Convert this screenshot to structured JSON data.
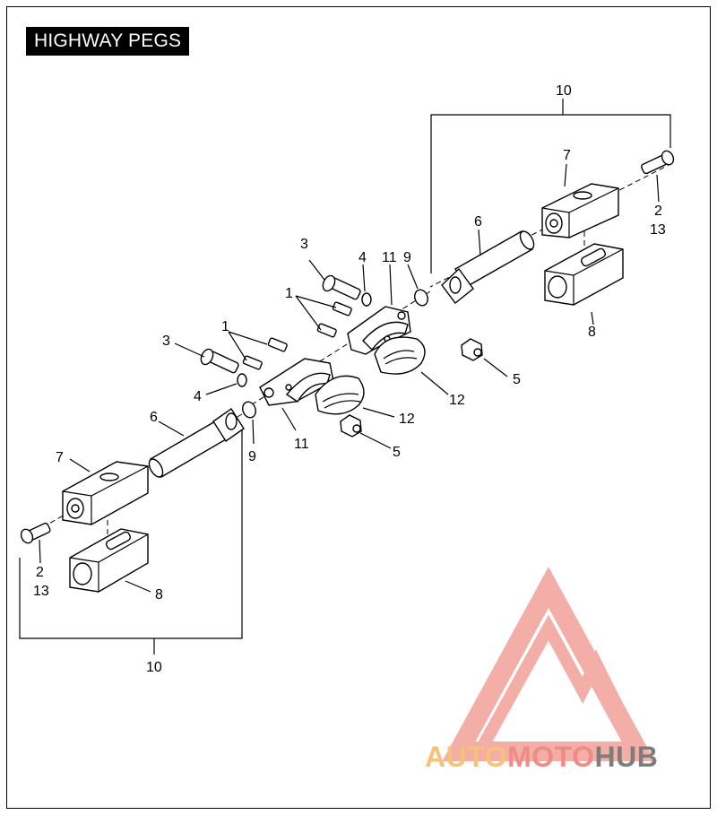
{
  "title": "HIGHWAY PEGS",
  "labels": {
    "c1a": "1",
    "c1b": "1",
    "c2a": "2",
    "c2b": "2",
    "c3a": "3",
    "c3b": "3",
    "c4a": "4",
    "c4b": "4",
    "c5a": "5",
    "c5b": "5",
    "c6a": "6",
    "c6b": "6",
    "c7a": "7",
    "c7b": "7",
    "c8a": "8",
    "c8b": "8",
    "c9a": "9",
    "c9b": "9",
    "c10a": "10",
    "c10b": "10",
    "c11a": "11",
    "c11b": "11",
    "c12a": "12",
    "c12b": "12",
    "c13a": "13",
    "c13b": "13"
  },
  "watermark": {
    "part1": "AUTO",
    "part2": "MOTO",
    "part3": "HUB",
    "colors": {
      "auto": "#f6c27a",
      "moto": "#ef8c86",
      "hub": "#7d7d7d",
      "logo": "#f2a09a"
    }
  }
}
